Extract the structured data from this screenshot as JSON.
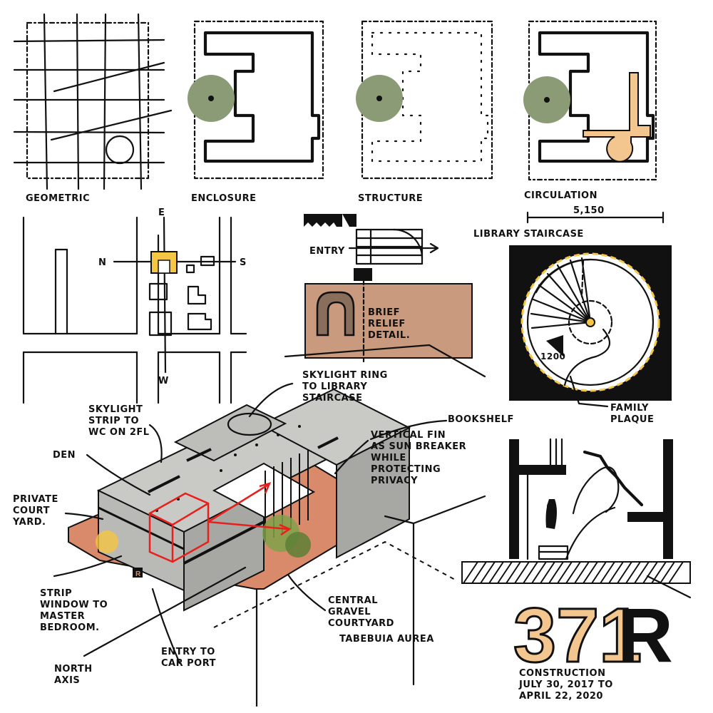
{
  "colors": {
    "ink": "#111111",
    "sage": "#8a9b76",
    "yellow": "#f5c544",
    "tan": "#f3c58f",
    "terracotta": "#d98a6a",
    "relief": "#c99a7d",
    "red": "#e8201c",
    "grey": "#c9c9c6",
    "green": "#7fa24a"
  },
  "diagram_labels": {
    "geometric": "GEOMETRIC",
    "enclosure": "ENCLOSURE",
    "structure": "STRUCTURE",
    "circulation": "CIRCULATION"
  },
  "site_map": {
    "east": "E",
    "north": "N",
    "south": "S",
    "west": "W"
  },
  "section": {
    "entry": "ENTRY",
    "relief_line1": "BRIEF",
    "relief_line2": "RELIEF",
    "relief_line3": "DETAIL."
  },
  "staircase": {
    "dimension": "5,150",
    "title": "LIBRARY STAIRCASE",
    "radius_dim": "1200",
    "plaque_line1": "FAMILY",
    "plaque_line2": "PLAQUE"
  },
  "axonometric": {
    "skylight_ring": [
      "SKYLIGHT RING",
      "TO LIBRARY",
      "STAIRCASE"
    ],
    "skylight_strip": [
      "SKYLIGHT",
      "STRIP TO",
      "WC ON 2FL"
    ],
    "den": "DEN",
    "private_court": [
      "PRIVATE",
      "COURT",
      "YARD."
    ],
    "bookshelf": "BOOKSHELF",
    "vertical_fin": [
      "VERTICAL FIN",
      "AS SUN BREAKER",
      "WHILE",
      "PROTECTING",
      "PRIVACY"
    ],
    "strip_window": [
      "STRIP",
      "WINDOW TO",
      "MASTER",
      "BEDROOM."
    ],
    "central_gravel": [
      "CENTRAL",
      "GRAVEL",
      "COURTYARD"
    ],
    "tabebuia": "TABEBUIA AUREA",
    "entry_carport": [
      "ENTRY TO",
      "CAR PORT"
    ],
    "north_axis": [
      "NORTH",
      "AXIS"
    ]
  },
  "project": {
    "number": "371",
    "letter": "R",
    "construction": [
      "CONSTRUCTION",
      "JULY 30, 2017 TO",
      "APRIL 22, 2020"
    ]
  }
}
